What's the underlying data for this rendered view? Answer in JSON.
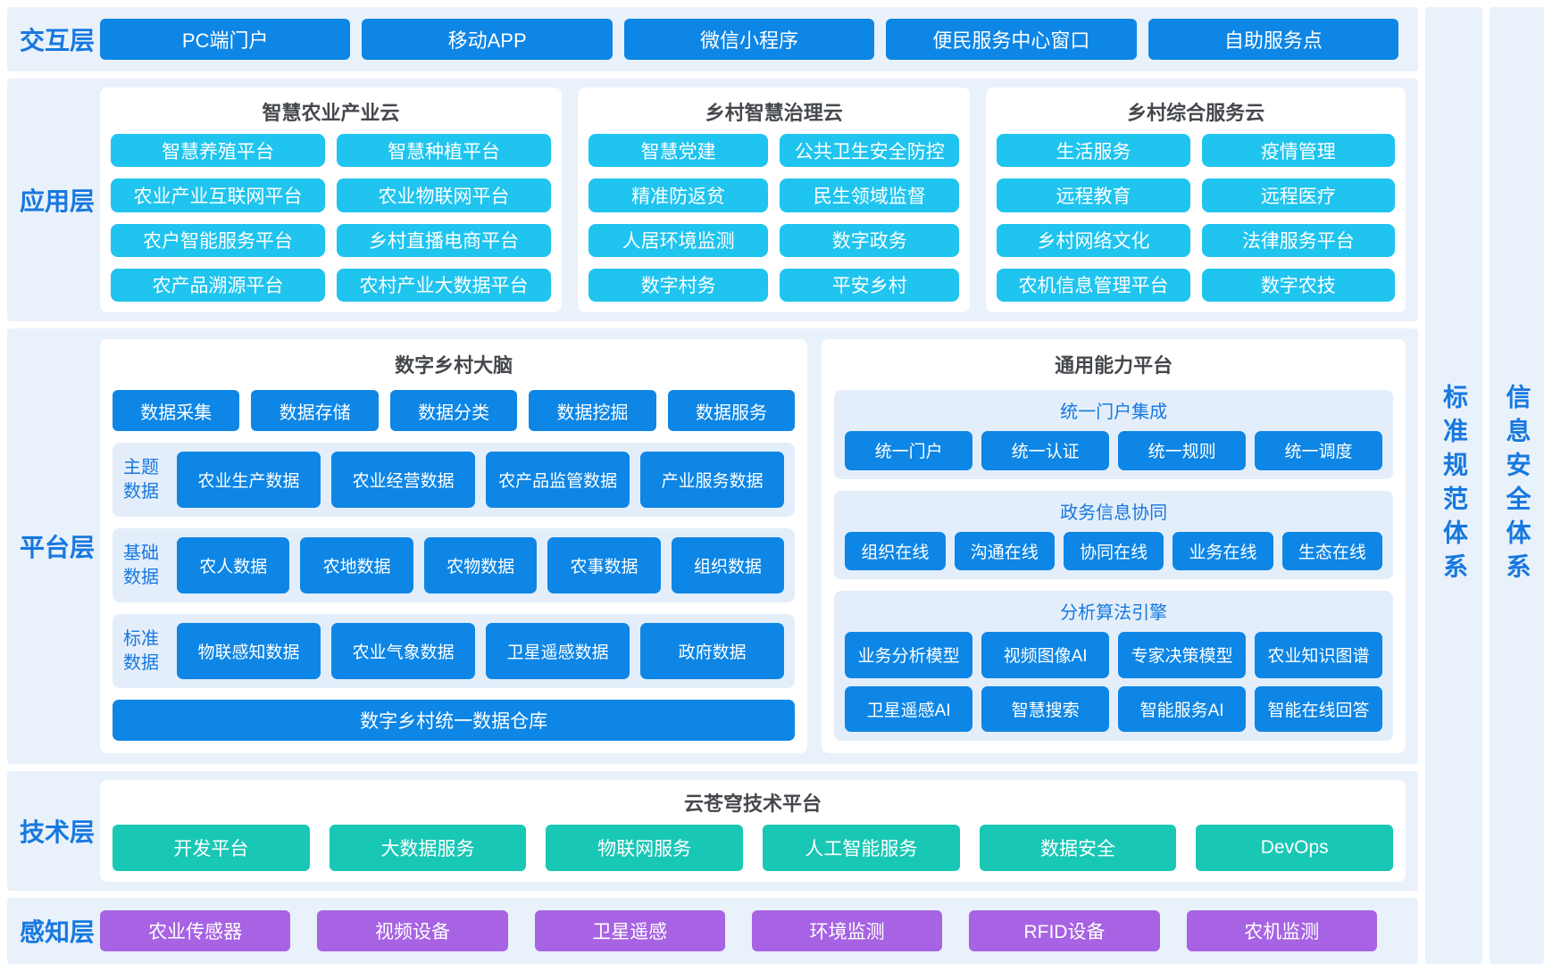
{
  "colors": {
    "blue": "#0d86e6",
    "cyan": "#1fc4ef",
    "teal": "#19c7b5",
    "purple": "#a763e3",
    "band": "#e9f1fa",
    "panel": "#e4eefa",
    "labelblue": "#1678e0",
    "titledark": "#45484c"
  },
  "layers": {
    "interaction": {
      "label": "交互层",
      "items": [
        "PC端门户",
        "移动APP",
        "微信小程序",
        "便民服务中心窗口",
        "自助服务点"
      ]
    },
    "application": {
      "label": "应用层",
      "clouds": [
        {
          "title": "智慧农业产业云",
          "items": [
            "智慧养殖平台",
            "智慧种植平台",
            "农业产业互联网平台",
            "农业物联网平台",
            "农户智能服务平台",
            "乡村直播电商平台",
            "农产品溯源平台",
            "农村产业大数据平台"
          ]
        },
        {
          "title": "乡村智慧治理云",
          "items": [
            "智慧党建",
            "公共卫生安全防控",
            "精准防返贫",
            "民生领域监督",
            "人居环境监测",
            "数字政务",
            "数字村务",
            "平安乡村"
          ]
        },
        {
          "title": "乡村综合服务云",
          "items": [
            "生活服务",
            "疫情管理",
            "远程教育",
            "远程医疗",
            "乡村网络文化",
            "法律服务平台",
            "农机信息管理平台",
            "数字农技"
          ]
        }
      ]
    },
    "platform": {
      "label": "平台层",
      "brain": {
        "title": "数字乡村大脑",
        "process": [
          "数据采集",
          "数据存储",
          "数据分类",
          "数据挖掘",
          "数据服务"
        ],
        "groups": [
          {
            "label": "主题数据",
            "items": [
              "农业生产数据",
              "农业经营数据",
              "农产品监管数据",
              "产业服务数据"
            ]
          },
          {
            "label": "基础数据",
            "items": [
              "农人数据",
              "农地数据",
              "农物数据",
              "农事数据",
              "组织数据"
            ]
          },
          {
            "label": "标准数据",
            "items": [
              "物联感知数据",
              "农业气象数据",
              "卫星遥感数据",
              "政府数据"
            ]
          }
        ],
        "warehouse": "数字乡村统一数据仓库"
      },
      "capability": {
        "title": "通用能力平台",
        "groups": [
          {
            "title": "统一门户集成",
            "rows": [
              [
                "统一门户",
                "统一认证",
                "统一规则",
                "统一调度"
              ]
            ]
          },
          {
            "title": "政务信息协同",
            "rows": [
              [
                "组织在线",
                "沟通在线",
                "协同在线",
                "业务在线",
                "生态在线"
              ]
            ]
          },
          {
            "title": "分析算法引擎",
            "rows": [
              [
                "业务分析模型",
                "视频图像AI",
                "专家决策模型",
                "农业知识图谱"
              ],
              [
                "卫星遥感AI",
                "智慧搜索",
                "智能服务AI",
                "智能在线回答"
              ]
            ]
          }
        ]
      }
    },
    "technology": {
      "label": "技术层",
      "title": "云苍穹技术平台",
      "items": [
        "开发平台",
        "大数据服务",
        "物联网服务",
        "人工智能服务",
        "数据安全",
        "DevOps"
      ]
    },
    "perception": {
      "label": "感知层",
      "items": [
        "农业传感器",
        "视频设备",
        "卫星遥感",
        "环境监测",
        "RFID设备",
        "农机监测"
      ]
    }
  },
  "side_bars": [
    {
      "label": "标准规范体系"
    },
    {
      "label": "信息安全体系"
    }
  ]
}
